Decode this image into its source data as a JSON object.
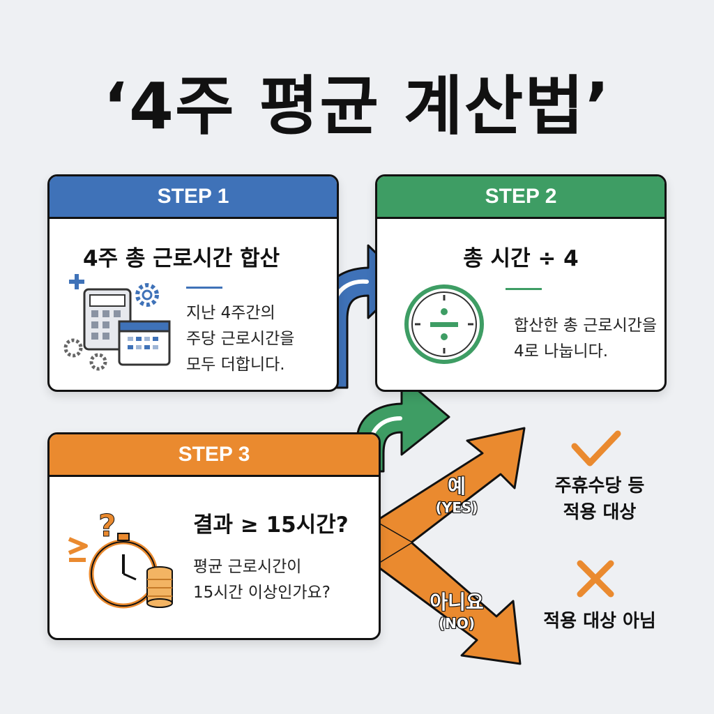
{
  "title": "‘4주 평균 계산법’",
  "steps": [
    {
      "label": "STEP 1",
      "heading": "4주 총 근로시간 합산",
      "lines": [
        "지난 4주간의",
        "주당 근로시간을",
        "모두 더합니다."
      ],
      "color": "#3f72b8"
    },
    {
      "label": "STEP 2",
      "heading": "총 시간 ÷ 4",
      "lines": [
        "합산한 총 근로시간을",
        "4로 나눕니다."
      ],
      "color": "#3e9d64"
    },
    {
      "label": "STEP 3",
      "heading": "결과 ≥ 15시간?",
      "lines": [
        "평균 근로시간이",
        "15시간 이상인가요?"
      ],
      "color": "#ea8a2f"
    }
  ],
  "branches": {
    "yes": {
      "label": "예",
      "sub": "(YES)",
      "outcome": [
        "주휴수당 등",
        "적용 대상"
      ]
    },
    "no": {
      "label": "아니요",
      "sub": "(NO)",
      "outcome": [
        "적용 대상 아님"
      ]
    }
  },
  "colors": {
    "blue": "#3f72b8",
    "green": "#3e9d64",
    "orange": "#ea8a2f",
    "ink": "#111111"
  },
  "icons": [
    "calculator-icon",
    "calendar-icon",
    "gear-icon",
    "plus-icon",
    "division-clock-icon",
    "stopwatch-icon",
    "coins-icon",
    "question-icon",
    "check-icon",
    "cross-icon"
  ]
}
